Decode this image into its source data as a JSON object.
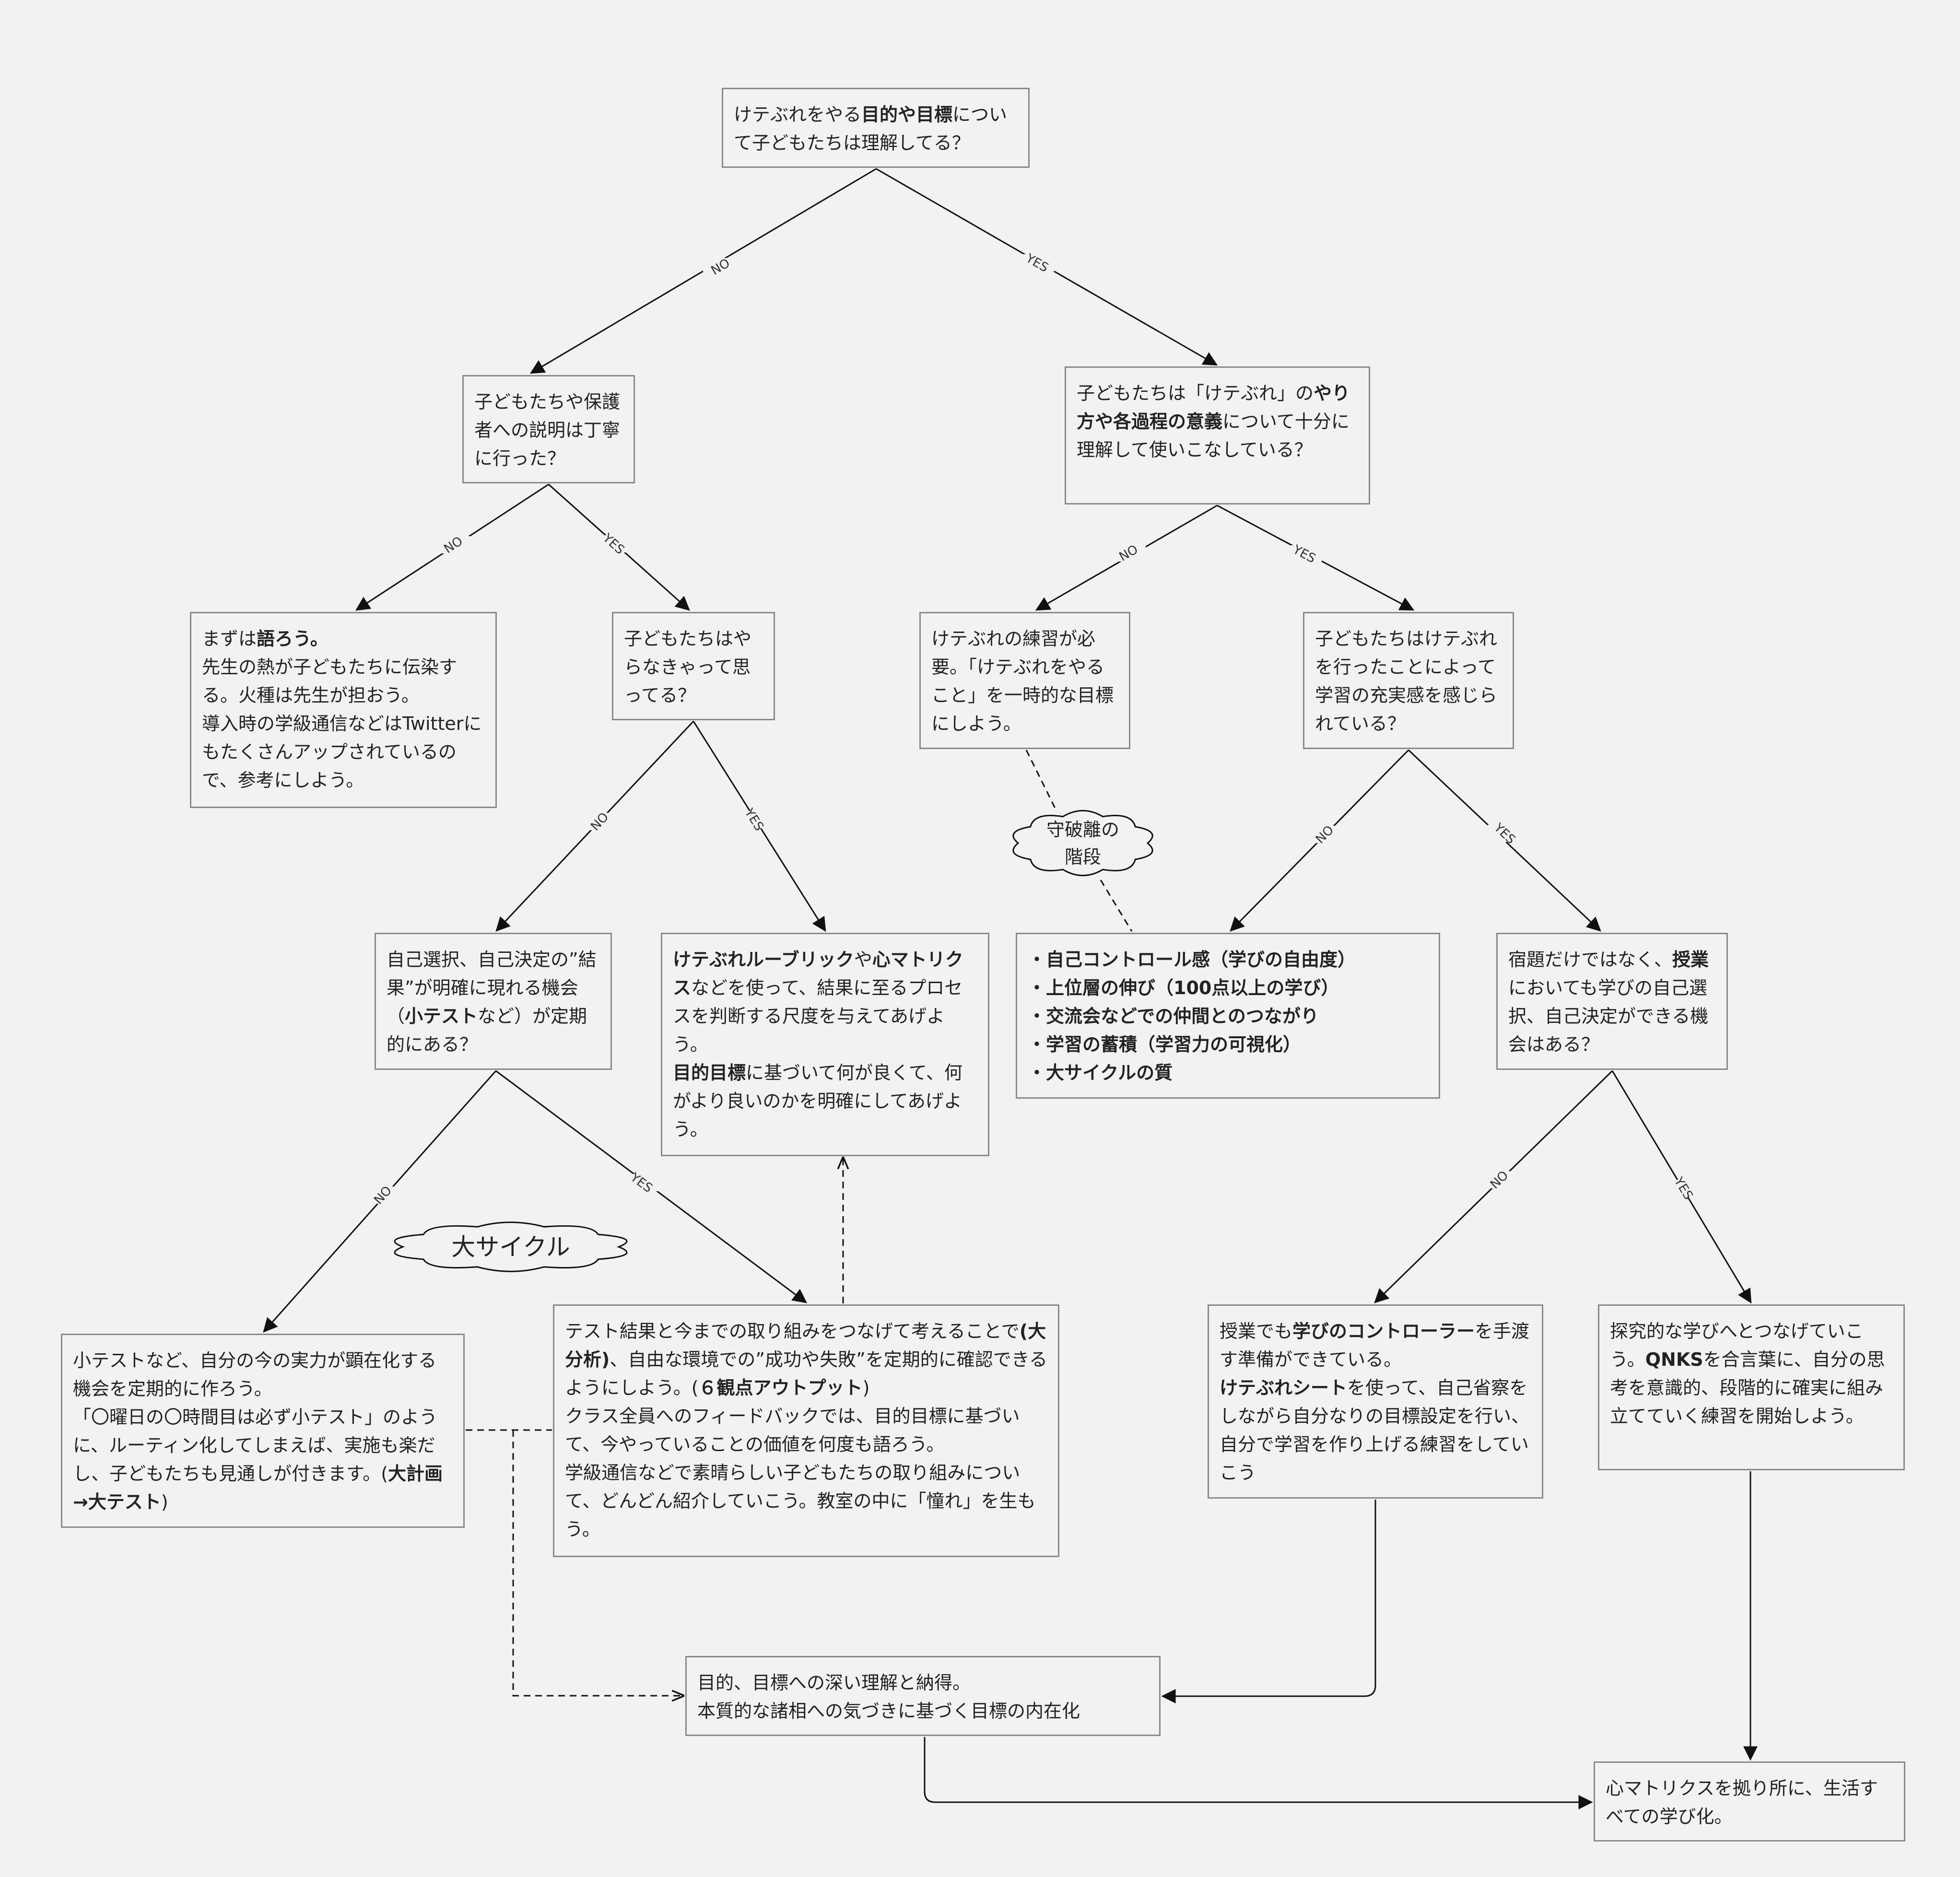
{
  "nodes": {
    "q1": {
      "text": [
        "けテぶれをやる",
        {
          "b": "目的や目標"
        },
        "について子どもたちは理解してる？"
      ]
    },
    "q2": {
      "text": [
        "子どもたちや保護者への説明は丁寧に行った？"
      ]
    },
    "q3": {
      "text": [
        "子どもたちは「けテぶれ」の",
        {
          "b": "やり方や各過程の意義"
        },
        "について十分に理解して使いこなしている？"
      ]
    },
    "a_talk": {
      "text": [
        "まずは",
        {
          "b": "語ろう。"
        },
        {
          "br": true
        },
        "先生の熱が子どもたちに伝染する。火種は先生が担おう。",
        {
          "br": true
        },
        "導入時の学級通信などはTwitterにもたくさんアップされているので、参考にしよう。"
      ]
    },
    "q4": {
      "text": [
        "子どもたちはやらなきゃって思ってる？"
      ]
    },
    "a_practice": {
      "text": [
        "けテぶれの練習が必要。「けテぶれをやること」を一時的な目標にしよう。"
      ]
    },
    "q5": {
      "text": [
        "子どもたちはけテぶれを行ったことによって学習の充実感を感じられている？"
      ]
    },
    "q6": {
      "text": [
        "自己選択、自己決定の”結果”が明確に現れる機会（",
        {
          "b": "小テスト"
        },
        "など）が定期的にある？"
      ]
    },
    "a_rubric": {
      "text": [
        {
          "b": "けテぶれルーブリック"
        },
        "や",
        {
          "b": "心マトリクス"
        },
        "などを使って、結果に至るプロセスを判断する尺度を与えてあげよう。",
        {
          "br": true
        },
        {
          "b": "目的目標"
        },
        "に基づいて何が良くて、何がより良いのかを明確にしてあげよう。"
      ]
    },
    "a_list": {
      "items": [
        "自己コントロール感（学びの自由度）",
        "上位層の伸び（100点以上の学び）",
        "交流会などでの仲間とのつながり",
        "学習の蓄積（学習力の可視化）",
        "大サイクルの質"
      ]
    },
    "q7": {
      "text": [
        "宿題だけではなく、",
        {
          "b": "授業"
        },
        "においても学びの自己選択、自己決定ができる機会はある？"
      ]
    },
    "a_test": {
      "text": [
        "小テストなど、自分の今の実力が顕在化する機会を定期的に作ろう。",
        {
          "br": true
        },
        "「〇曜日の〇時間目は必ず小テスト」のように、ルーティン化してしまえば、実施も楽だし、子どもたちも見通しが付きます。(",
        {
          "b": "大計画→大テスト"
        },
        ")"
      ]
    },
    "a_analysis": {
      "text": [
        "テスト結果と今までの取り組みをつなげて考えることで",
        {
          "b": "(大分析)"
        },
        "、自由な環境での”成功や失敗”を定期的に確認できるようにしよう。(",
        {
          "b": "６観点アウトプット"
        },
        ")",
        {
          "br": true
        },
        "クラス全員へのフィードバックでは、目的目標に基づいて、今やっていることの価値を何度も語ろう。",
        {
          "br": true
        },
        "学級通信などで素晴らしい子どもたちの取り組みについて、どんどん紹介していこう。教室の中に「憧れ」を生もう。"
      ]
    },
    "a_controller": {
      "text": [
        "授業でも",
        {
          "b": "学びのコントローラー"
        },
        "を手渡す準備ができている。",
        {
          "br": true
        },
        {
          "b": "けテぶれシート"
        },
        "を使って、自己省察をしながら自分なりの目標設定を行い、自分で学習を作り上げる練習をしていこう"
      ]
    },
    "a_inquiry": {
      "text": [
        "探究的な学びへとつなげていこう。",
        {
          "b": "QNKS"
        },
        "を合言葉に、自分の思考を意識的、段階的に確実に組み立てていく練習を開始しよう。"
      ]
    },
    "a_deep": {
      "text": [
        "目的、目標への深い理解と納得。",
        {
          "br": true
        },
        "本質的な諸相への気づきに基づく目標の内在化"
      ]
    },
    "a_life": {
      "text": [
        "心マトリクスを拠り所に、生活すべての学び化。"
      ]
    }
  },
  "edge_labels": {
    "no": "NO",
    "yes": "YES"
  },
  "clouds": {
    "shuhari": {
      "lines": [
        "守破離の",
        "階段"
      ]
    },
    "big_cycle": {
      "lines": [
        "大サイクル"
      ]
    }
  },
  "colors": {
    "background": "#f2f2f2",
    "border": "#8a8a8a",
    "line": "#111111",
    "text": "#222222"
  }
}
